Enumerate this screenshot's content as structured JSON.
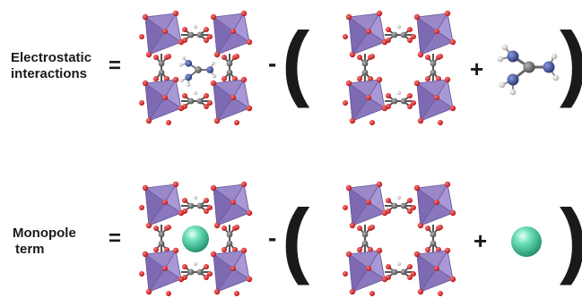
{
  "rows": [
    {
      "label_line1": "Electrostatic",
      "label_line2": "interactions",
      "equals": "=",
      "minus": "-",
      "plus": "+",
      "guest": "guanidinium-molecule"
    },
    {
      "label_line1": "Monopole",
      "label_line2": "term",
      "equals": "=",
      "minus": "-",
      "plus": "+",
      "guest": "point-charge-sphere"
    }
  ],
  "parens": {
    "open": "(",
    "close": ")"
  },
  "colors": {
    "octahedron": "#8f7cc0",
    "oxygen": "#d21e1e",
    "carbon": "#6b6b6b",
    "hydrogen": "#d8d8d8",
    "nitrogen": "#3e4f9e",
    "sphere": "#3cc49b"
  }
}
